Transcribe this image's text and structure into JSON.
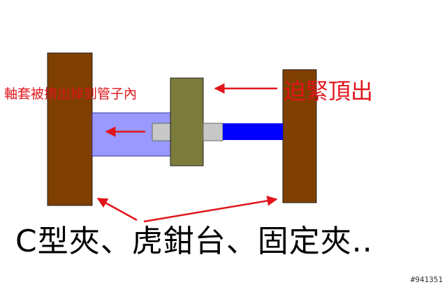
{
  "labels": {
    "left_annotation": "軸套被擠出掉到管子內",
    "right_annotation": "迫緊頂出",
    "caption": "C型夾、虎鉗台、固定夾..",
    "watermark": "#941351"
  },
  "colors": {
    "clamp_jaw": "#7f3f00",
    "clamp_border": "#222222",
    "tube": "#9999ff",
    "tube_border": "#3333aa",
    "bushing_block": "#7b7b3b",
    "sleeve": "#c8c8c8",
    "rod": "#0000ff",
    "arrow": "#e0151b"
  }
}
